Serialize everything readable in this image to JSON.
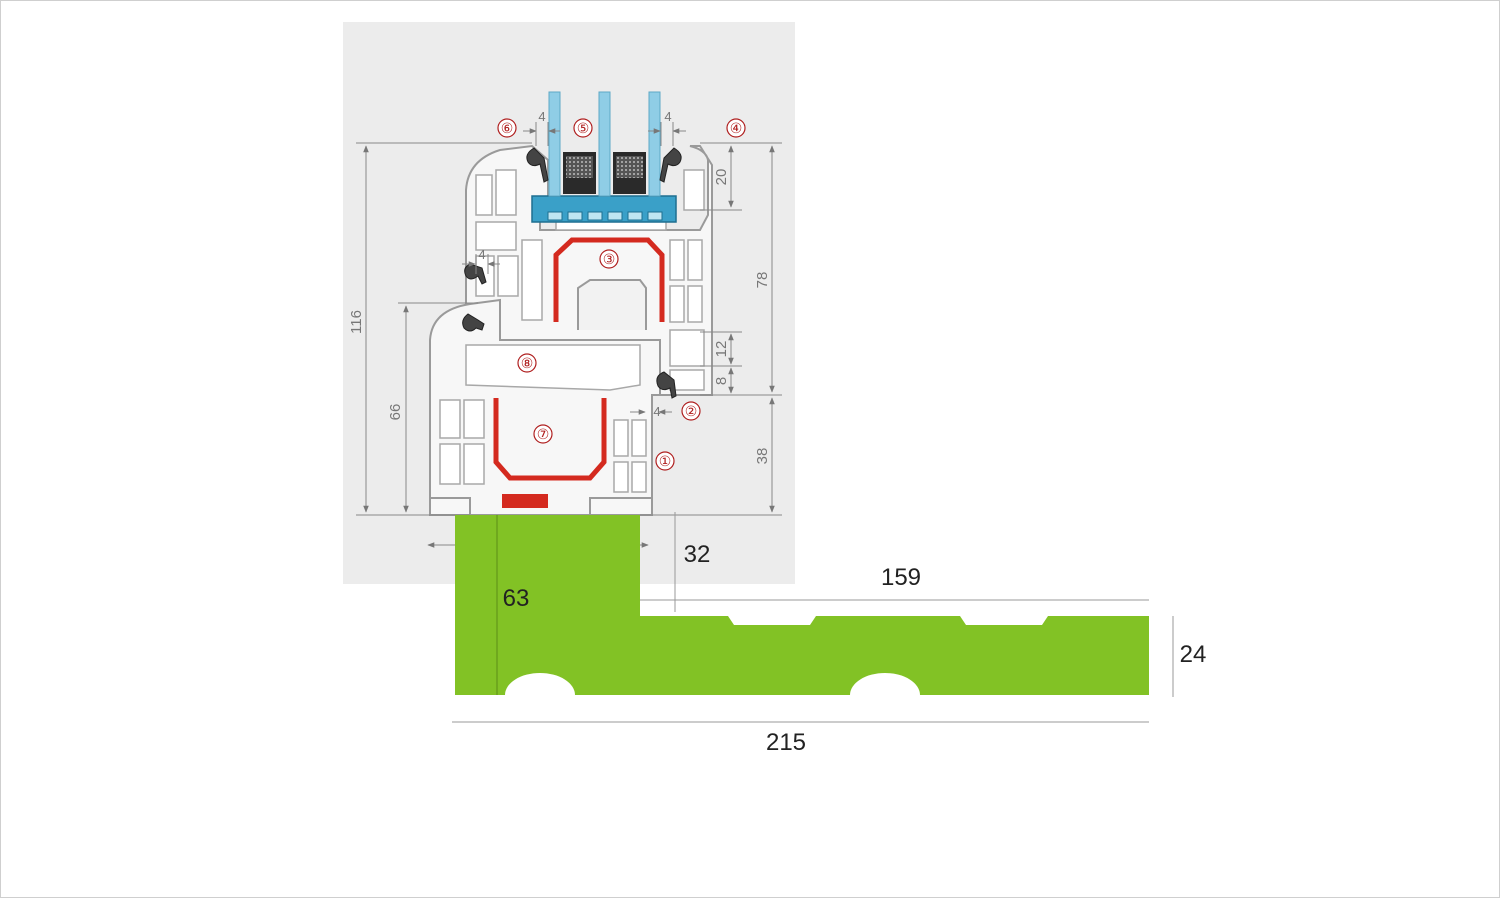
{
  "colors": {
    "panel_bg": "#ececec",
    "profile_fill": "#f7f7f7",
    "profile_stroke": "#9a9a9a",
    "steel_red": "#d42a1f",
    "glass_blue": "#8fcde6",
    "spacer_blue": "#3aa0c8",
    "gasket_gray": "#444444",
    "sill_green": "#82c225",
    "dim_line": "#888888",
    "label_red": "#b02020"
  },
  "callouts": [
    {
      "id": "1",
      "label": "①"
    },
    {
      "id": "2",
      "label": "②"
    },
    {
      "id": "3",
      "label": "③"
    },
    {
      "id": "4",
      "label": "④"
    },
    {
      "id": "5",
      "label": "⑤"
    },
    {
      "id": "6",
      "label": "⑥"
    },
    {
      "id": "7",
      "label": "⑦"
    },
    {
      "id": "8",
      "label": "⑧"
    }
  ],
  "profile_dimensions": {
    "total_height": "116",
    "frame_height": "66",
    "sash_height": "78",
    "bead_height": "20",
    "overlap": "12",
    "rebate": "8",
    "frame_lower": "38",
    "gap_glass_left": "4",
    "gap_glass_right": "4",
    "gap_sash": "4",
    "gap_frame": "4"
  },
  "sill_dimensions": {
    "step": "32",
    "inner_height": "63",
    "top_length": "159",
    "thickness": "24",
    "total_width": "215"
  }
}
